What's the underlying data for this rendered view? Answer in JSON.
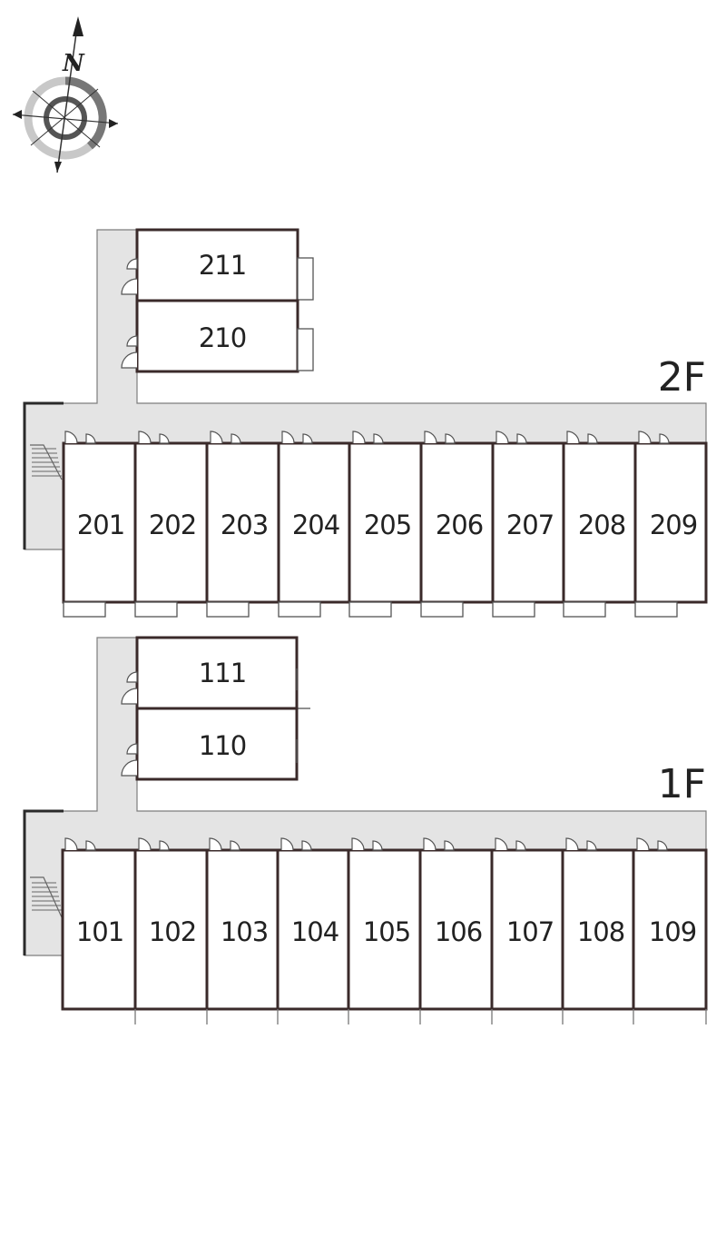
{
  "compass": {
    "label": "N",
    "icon": "compass-rose-icon"
  },
  "floors": [
    {
      "label": "2F",
      "top_units": [
        "211",
        "210"
      ],
      "row_units": [
        "201",
        "202",
        "203",
        "204",
        "205",
        "206",
        "207",
        "208",
        "209"
      ]
    },
    {
      "label": "1F",
      "top_units": [
        "111",
        "110"
      ],
      "row_units": [
        "101",
        "102",
        "103",
        "104",
        "105",
        "106",
        "107",
        "108",
        "109"
      ]
    }
  ],
  "colors": {
    "corridor": "#e4e4e4",
    "wall": "#3a2a2a",
    "outline": "#7d7d7d"
  }
}
